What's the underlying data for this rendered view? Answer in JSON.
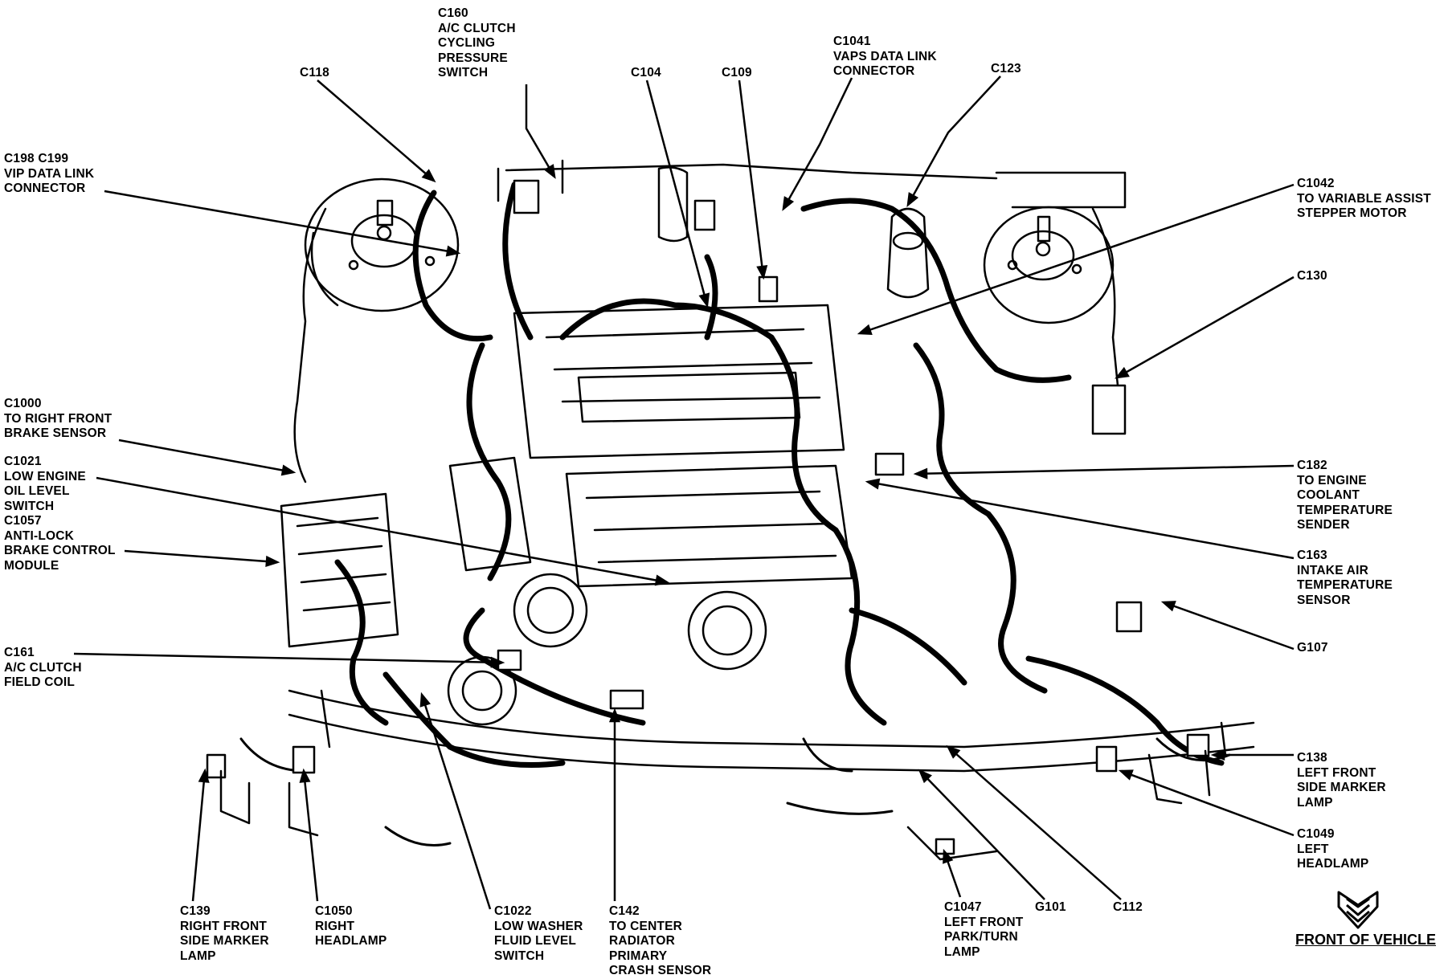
{
  "callouts": [
    {
      "id": "c160",
      "text": "C160\nA/C CLUTCH\nCYCLING\nPRESSURE\nSWITCH"
    },
    {
      "id": "c118",
      "text": "C118"
    },
    {
      "id": "c104",
      "text": "C104"
    },
    {
      "id": "c109",
      "text": "C109"
    },
    {
      "id": "c1041",
      "text": "C1041\nVAPS DATA LINK\nCONNECTOR"
    },
    {
      "id": "c123",
      "text": "C123"
    },
    {
      "id": "c198",
      "text": "C198 C199\nVIP DATA LINK\nCONNECTOR"
    },
    {
      "id": "c1042",
      "text": "C1042\nTO VARIABLE ASSIST\nSTEPPER MOTOR"
    },
    {
      "id": "c130",
      "text": "C130"
    },
    {
      "id": "c1000",
      "text": "C1000\nTO RIGHT FRONT\nBRAKE SENSOR"
    },
    {
      "id": "c1021",
      "text": "C1021\nLOW ENGINE\nOIL LEVEL\nSWITCH"
    },
    {
      "id": "c1057",
      "text": "C1057\nANTI-LOCK\nBRAKE CONTROL\nMODULE"
    },
    {
      "id": "c182",
      "text": "C182\nTO ENGINE\nCOOLANT\nTEMPERATURE\nSENDER"
    },
    {
      "id": "c163",
      "text": "C163\nINTAKE AIR\nTEMPERATURE\nSENSOR"
    },
    {
      "id": "g107",
      "text": "G107"
    },
    {
      "id": "c161",
      "text": "C161\nA/C CLUTCH\nFIELD COIL"
    },
    {
      "id": "c138",
      "text": "C138\nLEFT FRONT\nSIDE MARKER\nLAMP"
    },
    {
      "id": "c1049",
      "text": "C1049\nLEFT\nHEADLAMP"
    },
    {
      "id": "c139",
      "text": "C139\nRIGHT FRONT\nSIDE MARKER\nLAMP"
    },
    {
      "id": "c1050",
      "text": "C1050\nRIGHT\nHEADLAMP"
    },
    {
      "id": "c1022",
      "text": "C1022\nLOW WASHER\nFLUID LEVEL\nSWITCH"
    },
    {
      "id": "c142",
      "text": "C142\nTO CENTER\nRADIATOR\nPRIMARY\nCRASH SENSOR"
    },
    {
      "id": "c1047",
      "text": "C1047\nLEFT FRONT\nPARK/TURN\nLAMP"
    },
    {
      "id": "g101",
      "text": "G101"
    },
    {
      "id": "c112",
      "text": "C112"
    }
  ],
  "footer": {
    "text": "FRONT OF VEHICLE",
    "icon": "down-chevron-arrow-icon"
  },
  "colors": {
    "ink": "#000000",
    "paper": "#ffffff"
  }
}
